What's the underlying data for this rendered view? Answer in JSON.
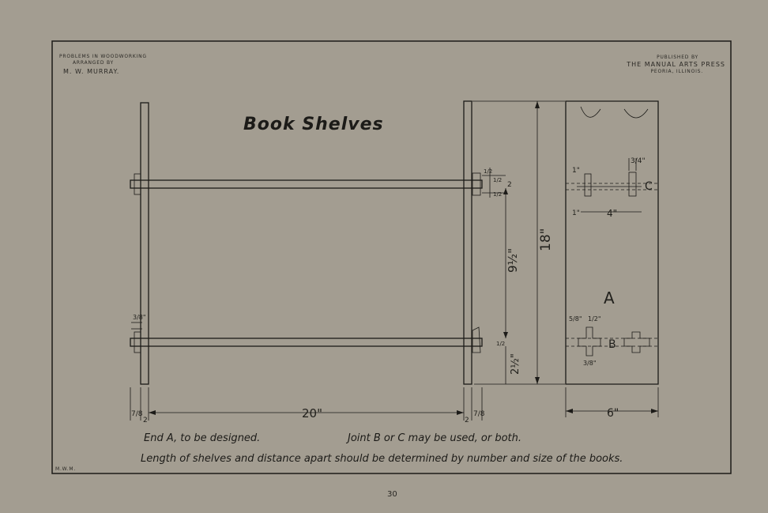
{
  "header": {
    "left_series": "PROBLEMS IN WOODWORKING",
    "left_arranged": "ARRANGED BY",
    "left_author": "M. W. MURRAY.",
    "right_published": "PUBLISHED BY",
    "right_press": "THE MANUAL ARTS PRESS",
    "right_city": "PEORIA, ILLINOIS."
  },
  "title": "Book Shelves",
  "labels": {
    "end_a": "A",
    "joint_b": "B",
    "joint_c": "C"
  },
  "dimensions": {
    "width_20": "20\"",
    "height_18": "18\"",
    "spacing_9_5": "9½\"",
    "width_6": "6\"",
    "slot_4": "4\"",
    "bottom_2_5": "2½\"",
    "peg_3_4": "3/4\"",
    "c_1_top": "1\"",
    "c_1_bot": "1\"",
    "b_5_8": "5/8\"",
    "b_1_2": "1/2\"",
    "b_3_8": "3/8\"",
    "left_3_8": "3/8\"",
    "left_7_8": "7/8",
    "left_2": "2",
    "right_2": "2",
    "right_7_8": "7/8",
    "shelf_half_1": "1/2",
    "shelf_half_2": "1/2",
    "shelf_2": "2",
    "shelf_half_3": "1/2"
  },
  "notes": {
    "line1_a": "End A, to be designed.",
    "line1_b": "Joint B or C may be used, or both.",
    "line2": "Length of shelves and distance apart should be determined by number and size of the books."
  },
  "initials": "M.W.M.",
  "page_number": "30"
}
